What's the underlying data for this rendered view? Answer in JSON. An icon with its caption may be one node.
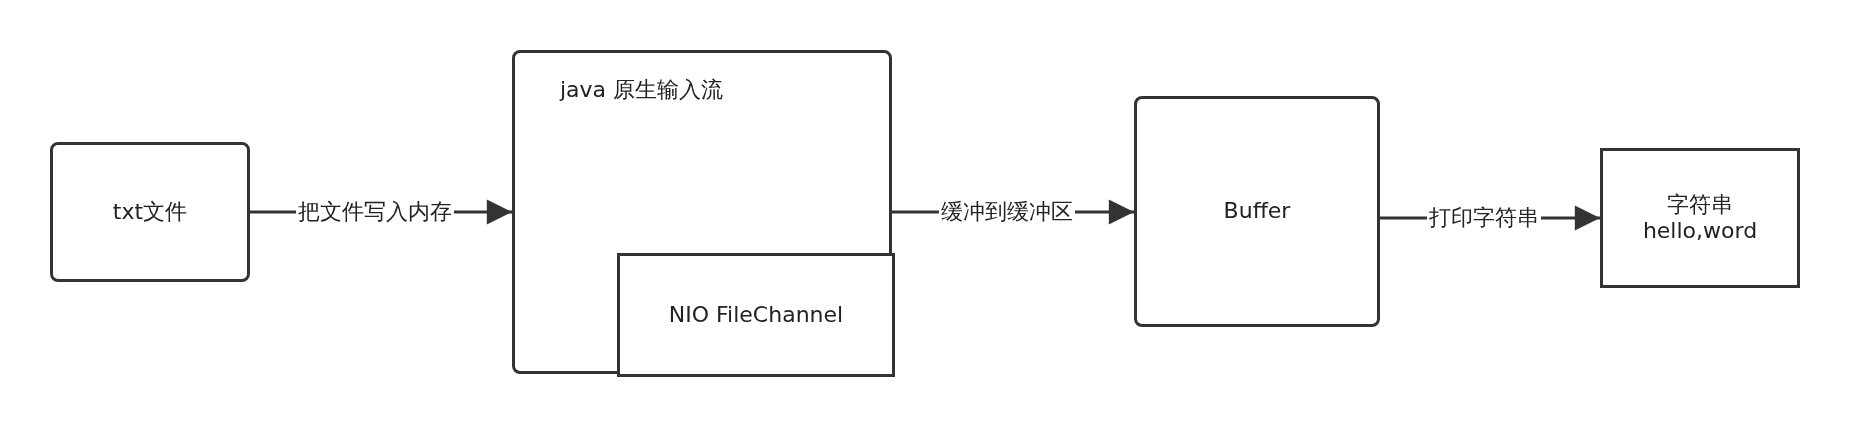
{
  "diagram": {
    "nodes": [
      {
        "text": [
          "txt文件"
        ]
      },
      {
        "text": [
          "java 原生输入流"
        ]
      },
      {
        "text": [
          "NIO FileChannel"
        ],
        "in": 1
      },
      {
        "text": [
          "Buffer"
        ]
      },
      {
        "text": [
          "字符串",
          "hello,word"
        ]
      }
    ],
    "edges": [
      {
        "from": 0,
        "to": 1,
        "arrow": "to",
        "label": "把文件写入内存"
      },
      {
        "from": 1,
        "to": 3,
        "arrow": "to",
        "label": "缓冲到缓冲区"
      },
      {
        "from": 3,
        "to": 4,
        "arrow": "to",
        "label": "打印字符串"
      }
    ]
  }
}
